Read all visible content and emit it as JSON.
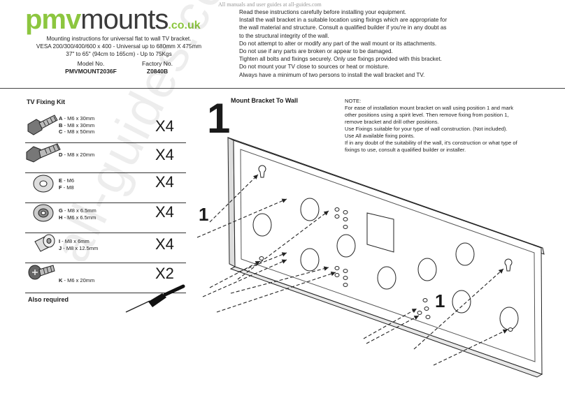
{
  "logo": {
    "text_green": "pmv",
    "text_dark": "mounts",
    "suffix": ".co.uk"
  },
  "banner": "All manuals and user guides at all-guides.com",
  "intro": {
    "line1": "Mounting instructions for universal flat to wall TV bracket.",
    "line2": "VESA 200/300/400/600 x 400  -  Universal up to 680mm X 475mm",
    "line3": "37\" to 65\" (94cm to 165cm)  -  Up to 75Kgs"
  },
  "model": {
    "label": "Model No.",
    "value": "PMVMOUNT2036F"
  },
  "factory": {
    "label": "Factory No.",
    "value": "Z0840B"
  },
  "safety": [
    "Read these instructions carefully before installing your equipment.",
    "Install the wall bracket in a suitable location using fixings which are appropriate for",
    "the wall material and structure. Consult a qualified builder if you're in any doubt as",
    "to the structural integrity of the wall.",
    "Do not attempt to alter or modify any part of the wall mount or its attachments.",
    "Do not use if any parts are broken or appear to be damaged.",
    "Tighten all bolts and fixings securely. Only use fixings provided with this bracket.",
    "Do not mount your TV close to sources or heat or moisture.",
    "Always have a minimum of two persons to install the wall bracket and TV."
  ],
  "kit": {
    "title": "TV Fixing Kit",
    "rows": [
      {
        "items": [
          {
            "code": "A",
            "desc": " - M6 x 30mm"
          },
          {
            "code": "B",
            "desc": " - M8 x 30mm"
          },
          {
            "code": "C",
            "desc": " - M8 x 50mm"
          }
        ],
        "qty": "X4"
      },
      {
        "items": [
          {
            "code": "D",
            "desc": " - M8 x 20mm"
          }
        ],
        "qty": "X4"
      },
      {
        "items": [
          {
            "code": "E",
            "desc": " - M6"
          },
          {
            "code": "F",
            "desc": " - M8"
          }
        ],
        "qty": "X4"
      },
      {
        "items": [
          {
            "code": "G",
            "desc": " - M8 x 6.5mm"
          },
          {
            "code": "H",
            "desc": " - M6 x 6.5mm"
          }
        ],
        "qty": "X4"
      },
      {
        "items": [
          {
            "code": "I",
            "desc": " - M8 x 6mm"
          },
          {
            "code": "J",
            "desc": " - M8 x 12.5mm"
          }
        ],
        "qty": "X4"
      },
      {
        "items": [
          {
            "code": "K",
            "desc": " - M6 x 20mm"
          }
        ],
        "qty": "X2"
      }
    ],
    "also_required": "Also required"
  },
  "step": {
    "number": "1",
    "title": "Mount Bracket To Wall",
    "position_a": "1",
    "position_b": "1"
  },
  "note": {
    "title": "NOTE:",
    "lines": [
      "For ease of installation mount bracket on wall using position 1 and mark",
      "other positions using a spirit level. Then remove fixing from position 1,",
      "remove bracket and drill other positions.",
      "Use Fixings suitable for your type of wall construction. (Not included).",
      "Use All available fixing points.",
      "If in any doubt of the suitability of the wall, it's construction or what type of",
      "fixings to use, consult a qualified builder or installer."
    ]
  },
  "watermark": "all-guides.com",
  "colors": {
    "brand_green": "#8cc63f",
    "text": "#1a1a1a",
    "rule": "#333333"
  },
  "icons": [
    "hex-bolt-icon",
    "washer-icon",
    "spacer-icon",
    "phillips-screw-icon",
    "screwdriver-icon",
    "arrow-icon"
  ]
}
